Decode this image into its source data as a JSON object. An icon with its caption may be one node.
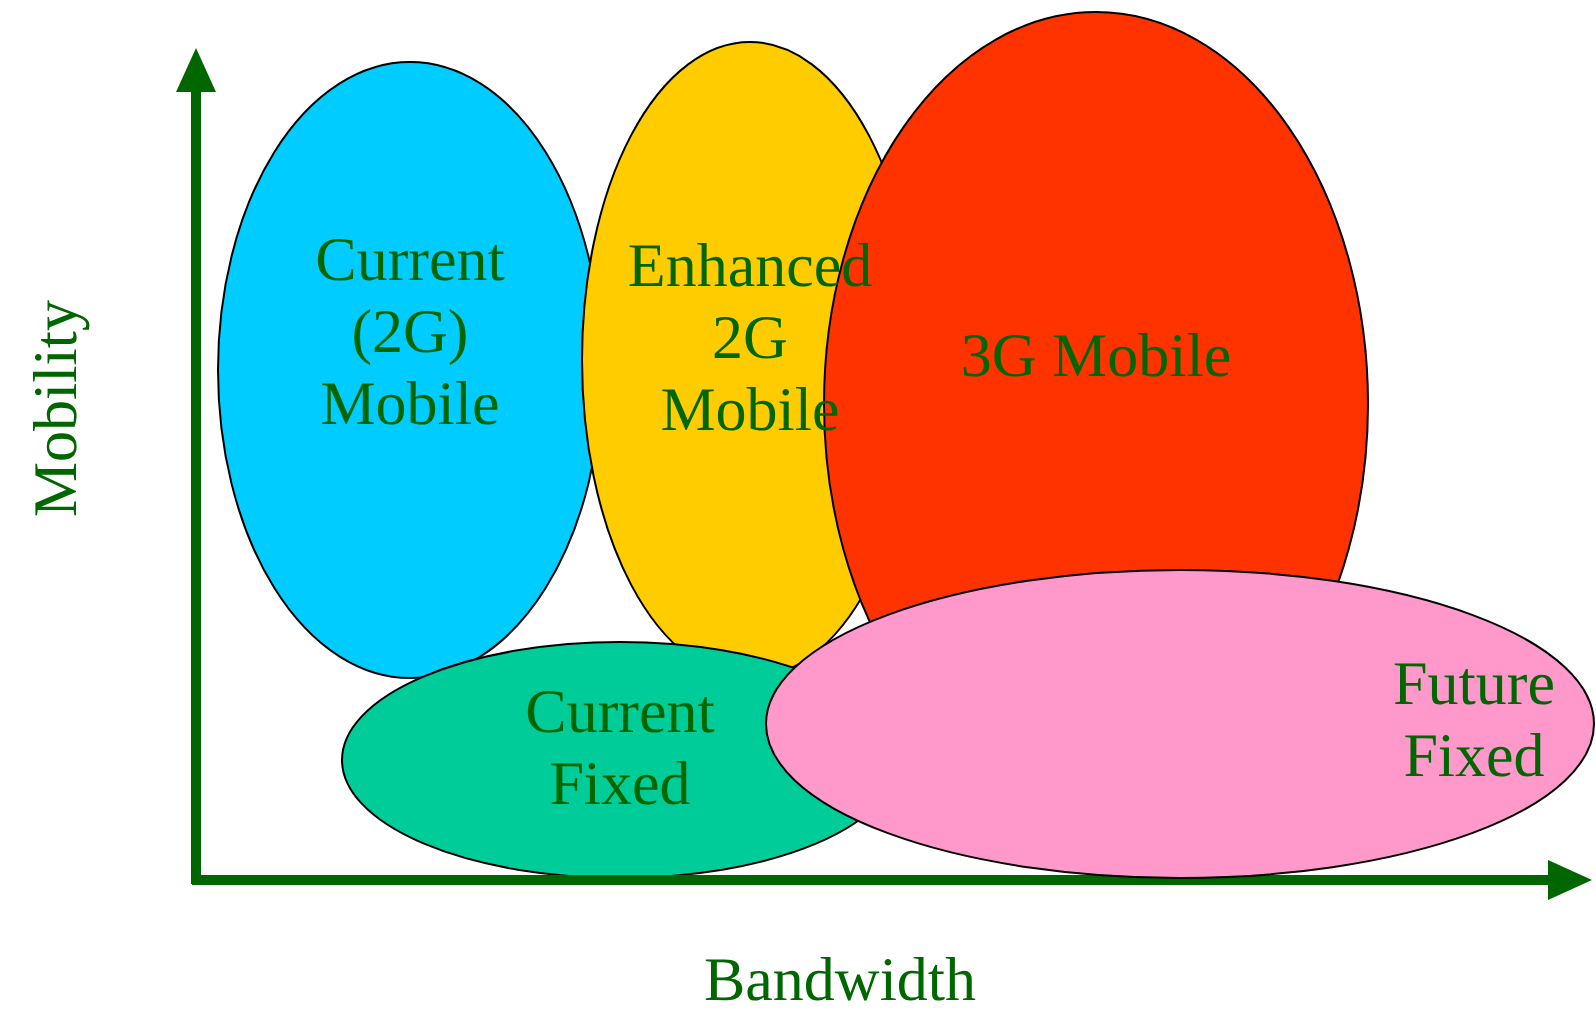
{
  "diagram": {
    "nodes": [
      {
        "text": [
          "Current (2G) Mobile"
        ]
      },
      {
        "text": [
          "Enhanced 2G Mobile"
        ]
      },
      {
        "text": [
          "3G Mobile"
        ]
      },
      {
        "text": [
          "Current Fixed"
        ]
      },
      {
        "text": [
          "Future Fixed"
        ]
      }
    ],
    "edges": [],
    "labels": [
      "Mobility",
      "Bandwidth"
    ]
  }
}
